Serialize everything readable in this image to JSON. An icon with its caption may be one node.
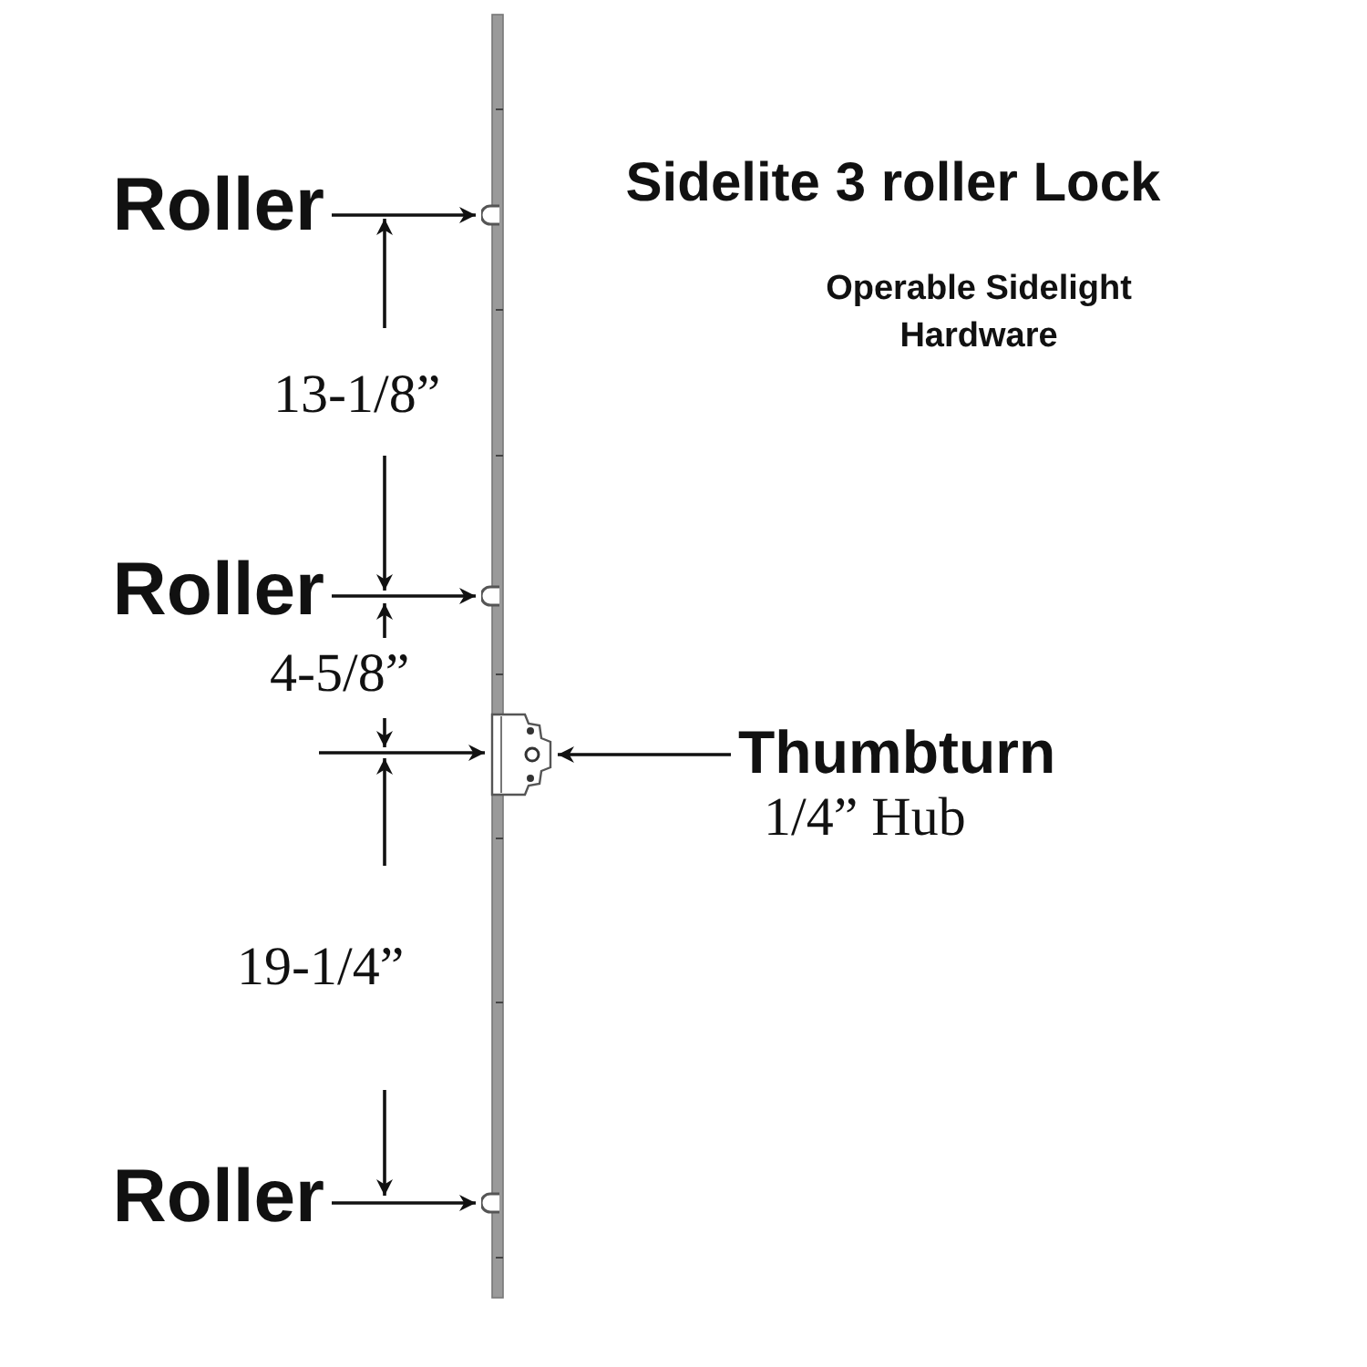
{
  "diagram": {
    "title": "Sidelite 3 roller Lock",
    "nodes": [
      {
        "text": [
          "Roller"
        ]
      },
      {
        "text": [],
        "shape": "circle"
      },
      {
        "text": [
          "Roller"
        ]
      },
      {
        "text": [],
        "shape": "circle"
      },
      {
        "text": [],
        "shape": "picture"
      },
      {
        "text": [
          "Thumbturn",
          "1/4” Hub"
        ]
      },
      {
        "text": [
          "Roller"
        ]
      },
      {
        "text": [],
        "shape": "circle"
      }
    ],
    "edges": [
      {
        "from": 0,
        "to": 1,
        "arrow": "to"
      },
      {
        "from": 2,
        "to": 3,
        "arrow": "to"
      },
      {
        "from": 5,
        "to": 4,
        "arrow": "to"
      },
      {
        "from": 6,
        "to": 7,
        "arrow": "to"
      }
    ],
    "labels": [
      "Operable Sidelight Hardware",
      "13-1/8”",
      "4-5/8”",
      "19-1/4”"
    ]
  }
}
